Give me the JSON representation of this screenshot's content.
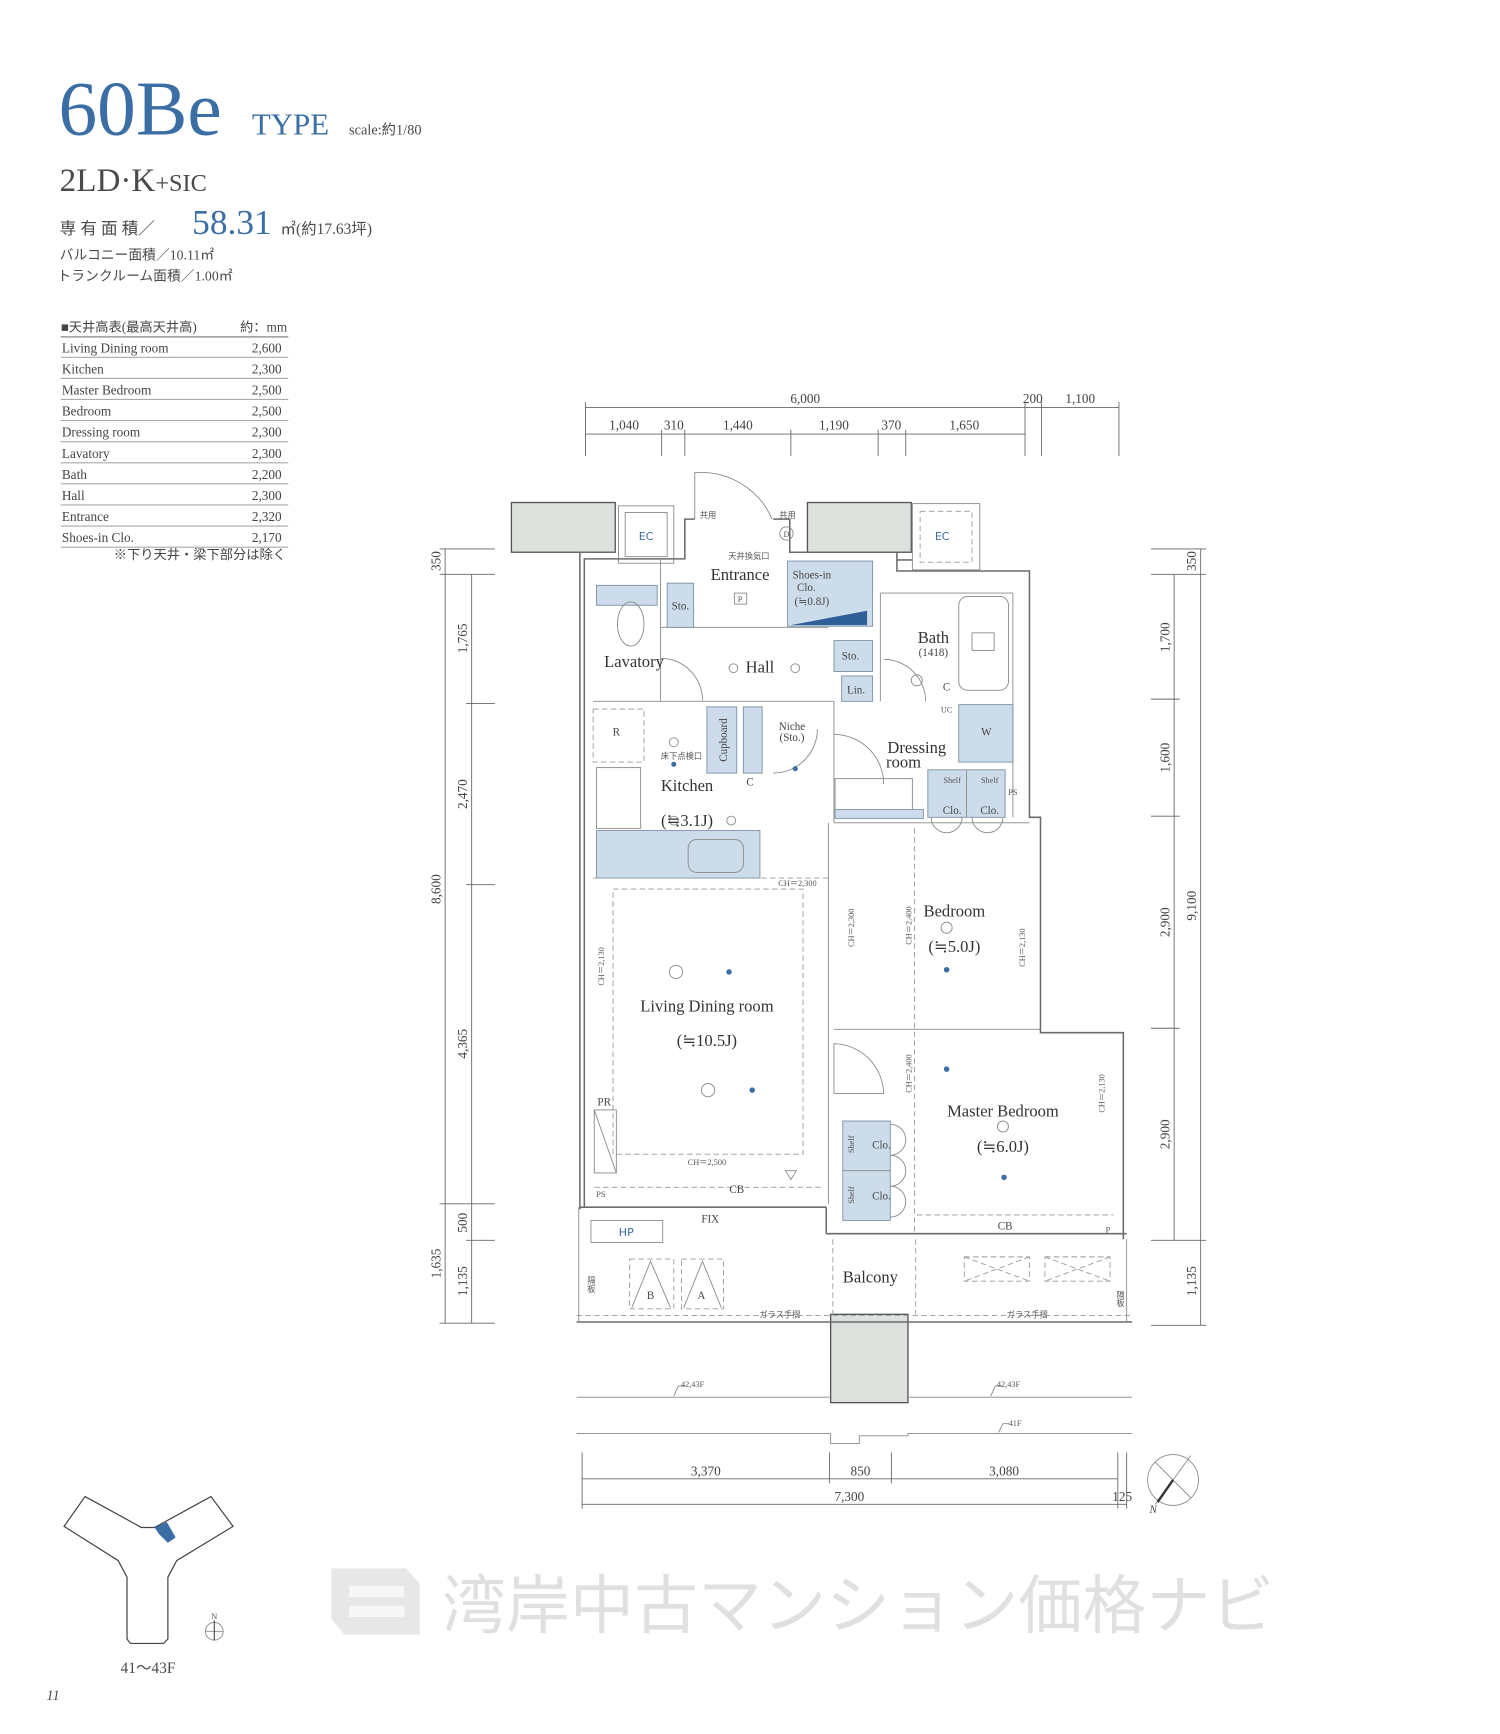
{
  "header": {
    "type_code": "60Be",
    "type_label": "TYPE",
    "scale": "scale:約1/80",
    "layout": "2LD·K",
    "layout_suffix": "+SIC",
    "area_label": "専 有 面 積／",
    "area_value": "58.31",
    "area_unit": "㎡(約17.63坪)",
    "balcony_area": "バルコニー面積／10.11㎡",
    "trunk_area": "トランクルーム面積／1.00㎡"
  },
  "ceiling_table": {
    "title": "■天井高表(最高天井高)",
    "unit": "約：mm",
    "rows": [
      {
        "room": "Living Dining room",
        "height": "2,600"
      },
      {
        "room": "Kitchen",
        "height": "2,300"
      },
      {
        "room": "Master Bedroom",
        "height": "2,500"
      },
      {
        "room": "Bedroom",
        "height": "2,500"
      },
      {
        "room": "Dressing room",
        "height": "2,300"
      },
      {
        "room": "Lavatory",
        "height": "2,300"
      },
      {
        "room": "Bath",
        "height": "2,200"
      },
      {
        "room": "Hall",
        "height": "2,300"
      },
      {
        "room": "Entrance",
        "height": "2,320"
      },
      {
        "room": "Shoes-in Clo.",
        "height": "2,170"
      }
    ],
    "note": "※下り天井・梁下部分は除く"
  },
  "dimensions": {
    "top_total": [
      "6,000",
      "200",
      "1,100"
    ],
    "top_detail": [
      "1,040",
      "310",
      "1,440",
      "1,190",
      "370",
      "1,650"
    ],
    "left_outer": [
      "350",
      "8,600",
      "1,635"
    ],
    "left_inner": [
      "1,765",
      "2,470",
      "4,365",
      "500",
      "1,135"
    ],
    "right_inner": [
      "1,700",
      "1,600",
      "2,900",
      "2,900"
    ],
    "right_outer": [
      "350",
      "9,100",
      "1,135"
    ],
    "bottom_detail": [
      "3,370",
      "850",
      "3,080"
    ],
    "bottom_total": [
      "7,300",
      "125"
    ]
  },
  "rooms": {
    "entrance": "Entrance",
    "shoes_clo": "Shoes-in",
    "shoes_clo2": "Clo.",
    "shoes_clo_size": "(≒0.8J)",
    "lavatory": "Lavatory",
    "hall": "Hall",
    "bath": "Bath",
    "bath_size": "(1418)",
    "sto": "Sto.",
    "lin": "Lin.",
    "niche": "Niche",
    "niche_sto": "(Sto.)",
    "dressing": "Dressing",
    "dressing2": "room",
    "kitchen": "Kitchen",
    "kitchen_size": "(≒3.1J)",
    "cupboard": "Cupboard",
    "living": "Living Dining room",
    "living_size": "(≒10.5J)",
    "bedroom": "Bedroom",
    "bedroom_size": "(≒5.0J)",
    "master": "Master Bedroom",
    "master_size": "(≒6.0J)",
    "balcony": "Balcony",
    "shelf": "Shelf",
    "clo": "Clo."
  },
  "annotations": {
    "ec": "EC",
    "shared": "共用",
    "d": "D",
    "p": "P",
    "c": "C",
    "uc": "UC",
    "w": "W",
    "r": "R",
    "ps": "PS",
    "pr": "PR",
    "hp": "HP",
    "a": "A",
    "b": "B",
    "cb": "CB",
    "fix": "FIX",
    "ceiling_vent": "天井換気口",
    "floor_hatch": "床下点検口",
    "partition": "隔板",
    "glass_rail": "ガラス手摺",
    "ch_2300": "CH＝2,300",
    "ch_2130": "CH＝2,130",
    "ch_2400": "CH＝2,400",
    "ch_2500": "CH＝2,500"
  },
  "levels": [
    "42,43F",
    "42,43F",
    "41F"
  ],
  "keyplan": {
    "floors": "41〜43F",
    "north": "N"
  },
  "compass_north": "N",
  "page_number": "11",
  "watermark": "湾岸中古マンション価格ナビ",
  "colors": {
    "brand_blue": "#3a6ea5",
    "fixture_blue": "#cddcea",
    "structure_gray": "#dde1dd"
  }
}
